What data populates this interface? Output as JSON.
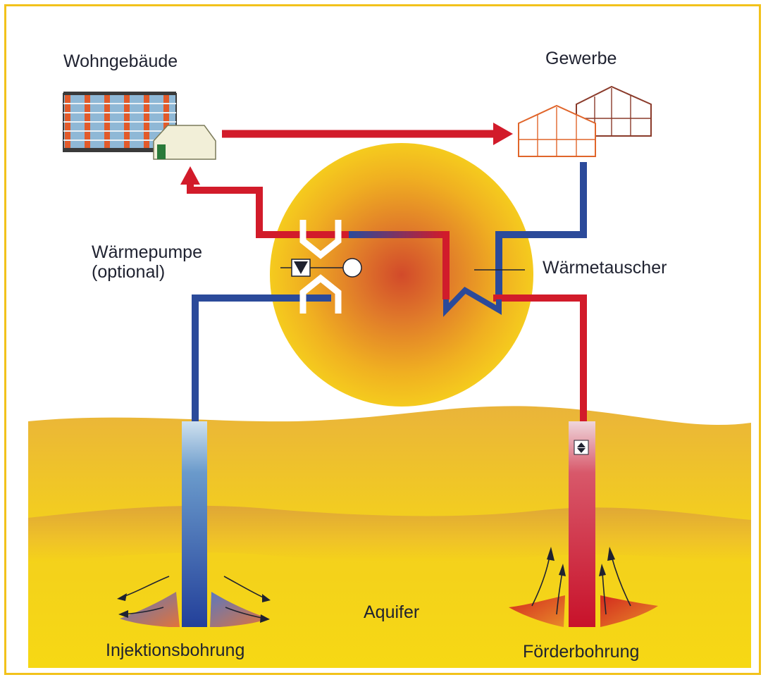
{
  "labels": {
    "residential": "Wohngebäude",
    "commercial": "Gewerbe",
    "heat_pump_line1": "Wärmepumpe",
    "heat_pump_line2": "(optional)",
    "heat_exchanger": "Wärmetauscher",
    "aquifer": "Aquifer",
    "injection_well": "Injektionsbohrung",
    "production_well": "Förderbohrung"
  },
  "colors": {
    "frame": "#f2c21b",
    "hot_pipe": "#d21b2a",
    "cold_pipe": "#2b4a9a",
    "aquifer_light": "#f6d712",
    "aquifer_dark": "#e2a936",
    "sun_outer": "#f4c51c",
    "sun_inner": "#d9502a"
  }
}
